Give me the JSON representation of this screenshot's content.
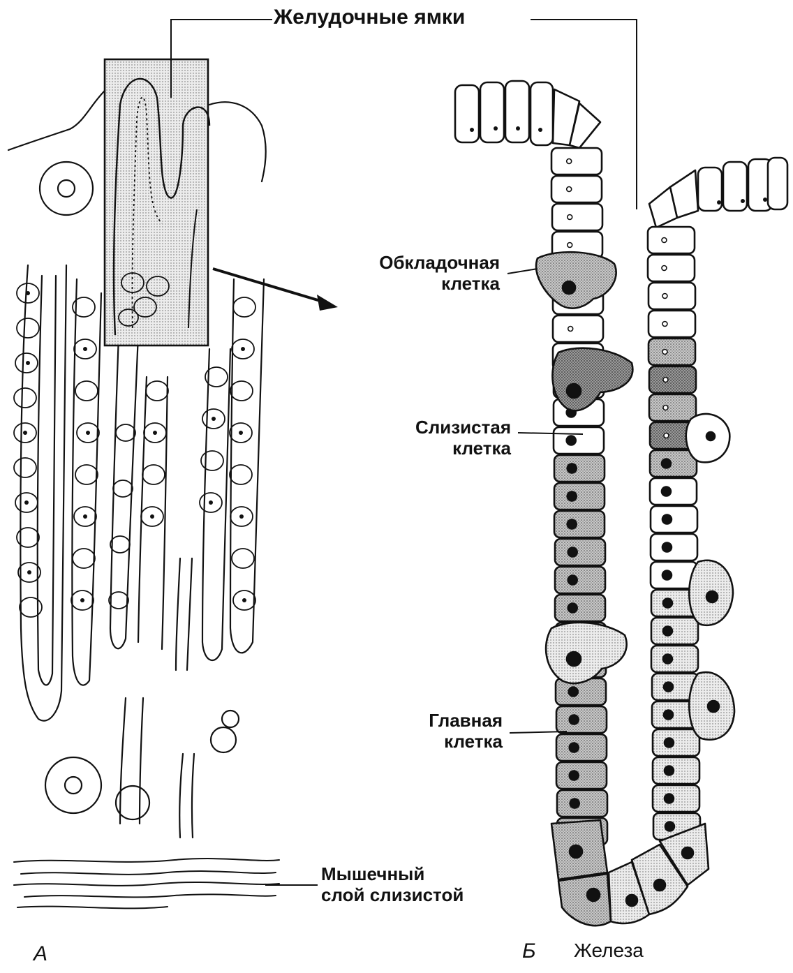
{
  "labels": {
    "pits": "Желудочные  ямки",
    "parietal_line1": "Обкладочная",
    "parietal_line2": "клетка",
    "mucous_line1": "Слизистая",
    "mucous_line2": "клетка",
    "chief_line1": "Главная",
    "chief_line2": "клетка",
    "muscular_line1": "Мышечный",
    "muscular_line2": "слой слизистой",
    "gland": "Железа",
    "panel_a": "А",
    "panel_b": "Б"
  },
  "colors": {
    "ink": "#111111",
    "stipple_light": "#dcdcdc",
    "stipple_mid": "#b4b4b4",
    "stipple_dark": "#8a8a8a"
  }
}
